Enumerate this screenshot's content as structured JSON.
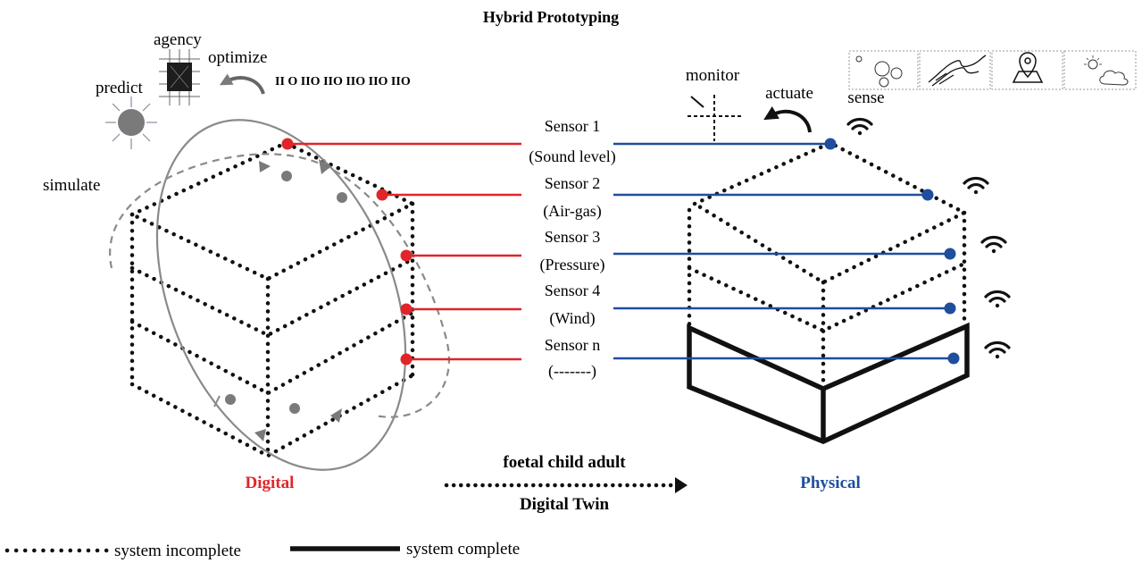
{
  "title": "Hybrid Prototyping",
  "digital_side": {
    "actions": {
      "agency": "agency",
      "optimize": "optimize",
      "predict": "predict",
      "simulate": "simulate"
    },
    "binary_stream": "II O IIO IIO  IIO IIO IIO",
    "label": "Digital",
    "label_color": "#e0252a"
  },
  "physical_side": {
    "actions": {
      "monitor": "monitor",
      "actuate": "actuate",
      "sense": "sense"
    },
    "label": "Physical",
    "label_color": "#1f4e9c"
  },
  "sensors": [
    {
      "name": "Sensor 1",
      "measure": "(Sound level)"
    },
    {
      "name": "Sensor 2",
      "measure": "(Air-gas)"
    },
    {
      "name": "Sensor 3",
      "measure": "(Pressure)"
    },
    {
      "name": "Sensor 4",
      "measure": "(Wind)"
    },
    {
      "name": "Sensor n",
      "measure": "(-------)"
    }
  ],
  "timeline": {
    "stages": "foetal child adult",
    "label": "Digital Twin"
  },
  "legend": {
    "incomplete": "system incomplete",
    "complete": "system complete"
  },
  "colors": {
    "digital_link": "#e0252a",
    "physical_link": "#1f4e9c",
    "cycle_gray": "#808080"
  },
  "icons": [
    "chip-icon",
    "sun-icon",
    "circular-arrow-icon",
    "crosshair-icon",
    "wifi-icon",
    "bubbles-icon",
    "wind-icon",
    "map-pin-icon",
    "weather-icon"
  ]
}
